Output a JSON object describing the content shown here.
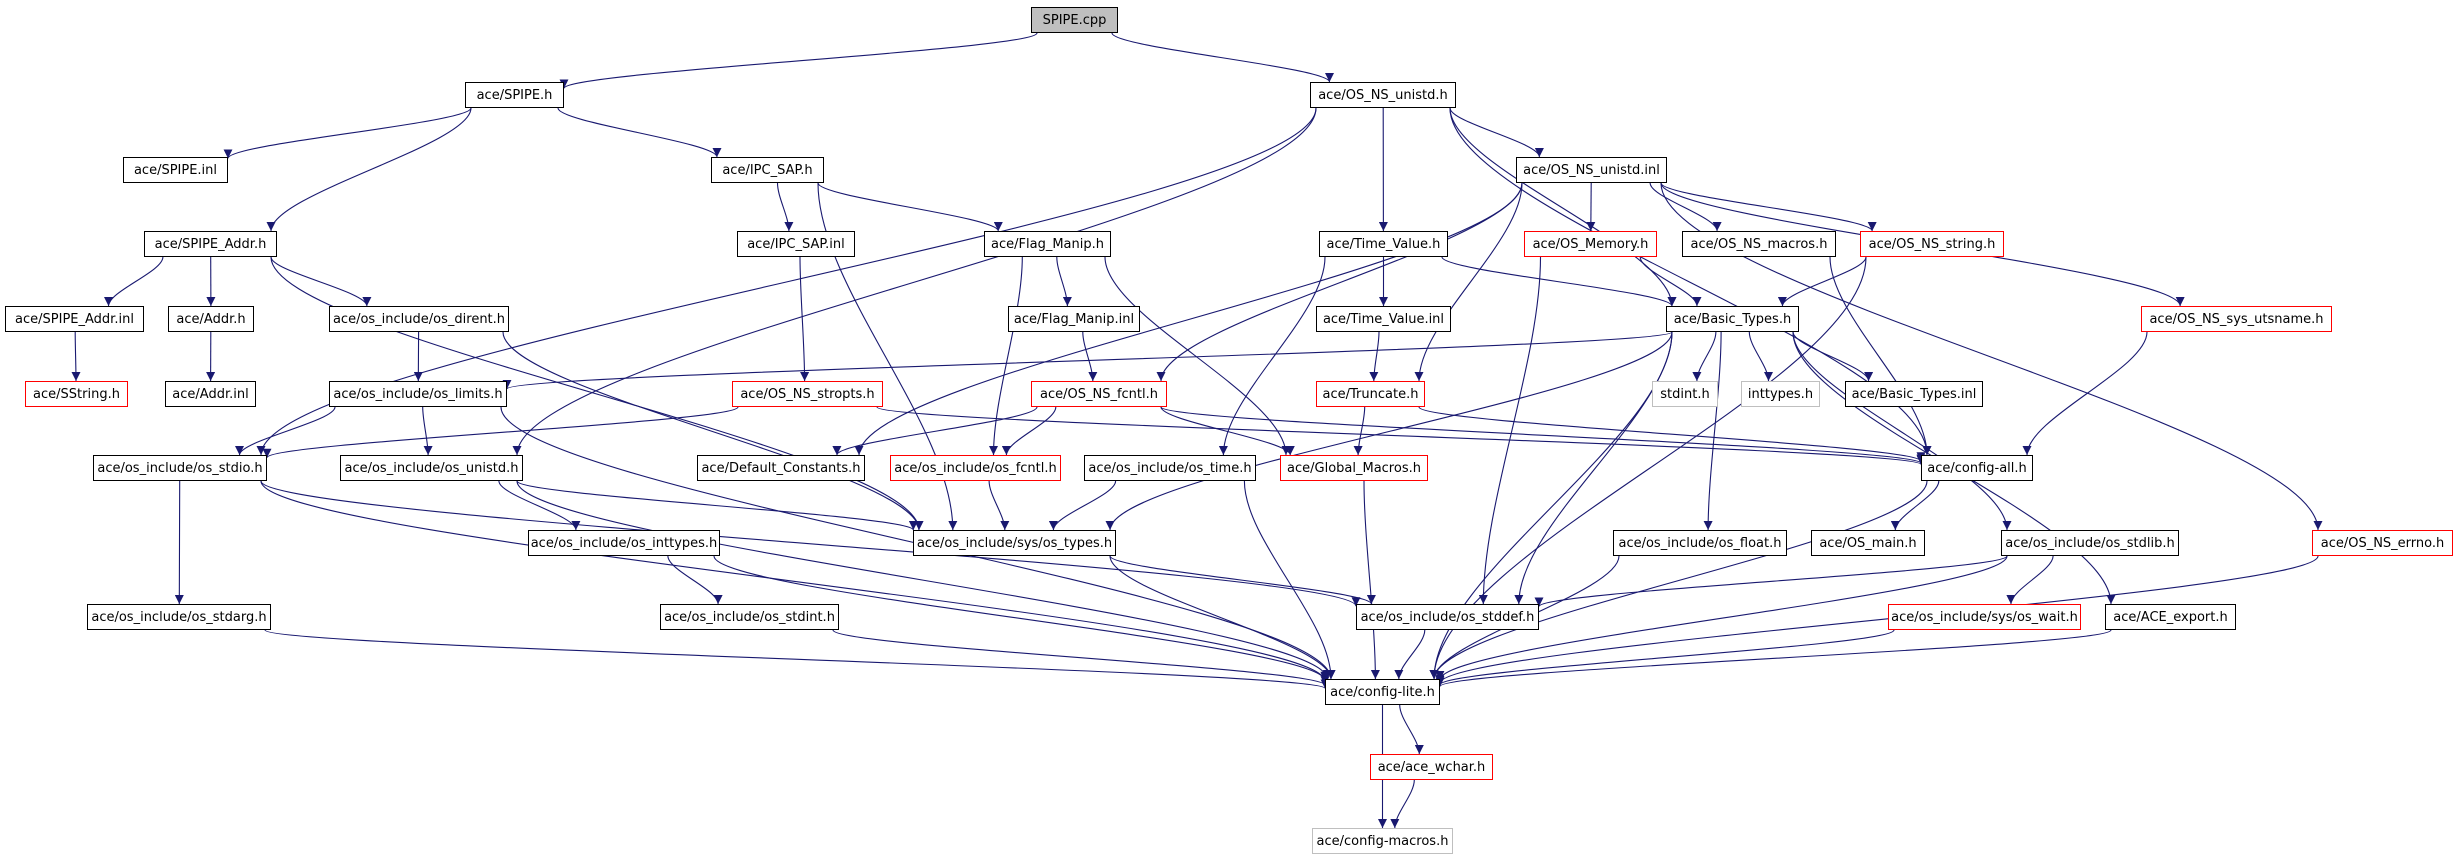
{
  "title": "SPIPE.cpp include dependency graph",
  "colors": {
    "edge": "#191970",
    "normal_border": "#000000",
    "truncated_border": "#ff0000",
    "system_border": "#bfbfbf",
    "root_fill": "#bfbfbf"
  },
  "nodes": [
    {
      "id": "spipe_cpp",
      "label": "SPIPE.cpp",
      "kind": "root"
    },
    {
      "id": "spipe_h",
      "label": "ace/SPIPE.h",
      "kind": "normal"
    },
    {
      "id": "os_ns_unistd_h",
      "label": "ace/OS_NS_unistd.h",
      "kind": "normal"
    },
    {
      "id": "spipe_inl",
      "label": "ace/SPIPE.inl",
      "kind": "normal"
    },
    {
      "id": "ipc_sap_h",
      "label": "ace/IPC_SAP.h",
      "kind": "normal"
    },
    {
      "id": "os_ns_unistd_inl",
      "label": "ace/OS_NS_unistd.inl",
      "kind": "normal"
    },
    {
      "id": "spipe_addr_h",
      "label": "ace/SPIPE_Addr.h",
      "kind": "normal"
    },
    {
      "id": "ipc_sap_inl",
      "label": "ace/IPC_SAP.inl",
      "kind": "normal"
    },
    {
      "id": "flag_manip_h",
      "label": "ace/Flag_Manip.h",
      "kind": "normal"
    },
    {
      "id": "time_value_h",
      "label": "ace/Time_Value.h",
      "kind": "normal"
    },
    {
      "id": "os_memory_h",
      "label": "ace/OS_Memory.h",
      "kind": "red"
    },
    {
      "id": "os_ns_macros_h",
      "label": "ace/OS_NS_macros.h",
      "kind": "normal"
    },
    {
      "id": "os_ns_string_h",
      "label": "ace/OS_NS_string.h",
      "kind": "red"
    },
    {
      "id": "spipe_addr_inl",
      "label": "ace/SPIPE_Addr.inl",
      "kind": "normal"
    },
    {
      "id": "addr_h",
      "label": "ace/Addr.h",
      "kind": "normal"
    },
    {
      "id": "os_dirent_h",
      "label": "ace/os_include/os_dirent.h",
      "kind": "normal"
    },
    {
      "id": "flag_manip_inl",
      "label": "ace/Flag_Manip.inl",
      "kind": "normal"
    },
    {
      "id": "time_value_inl",
      "label": "ace/Time_Value.inl",
      "kind": "normal"
    },
    {
      "id": "basic_types_h",
      "label": "ace/Basic_Types.h",
      "kind": "normal"
    },
    {
      "id": "os_ns_sys_utsname_h",
      "label": "ace/OS_NS_sys_utsname.h",
      "kind": "red"
    },
    {
      "id": "sstring_h",
      "label": "ace/SString.h",
      "kind": "red"
    },
    {
      "id": "addr_inl",
      "label": "ace/Addr.inl",
      "kind": "normal"
    },
    {
      "id": "os_limits_h",
      "label": "ace/os_include/os_limits.h",
      "kind": "normal"
    },
    {
      "id": "os_ns_stropts_h",
      "label": "ace/OS_NS_stropts.h",
      "kind": "red"
    },
    {
      "id": "os_ns_fcntl_h",
      "label": "ace/OS_NS_fcntl.h",
      "kind": "red"
    },
    {
      "id": "truncate_h",
      "label": "ace/Truncate.h",
      "kind": "red"
    },
    {
      "id": "stdint_h",
      "label": "stdint.h",
      "kind": "gray"
    },
    {
      "id": "inttypes_h",
      "label": "inttypes.h",
      "kind": "gray"
    },
    {
      "id": "basic_types_inl",
      "label": "ace/Basic_Types.inl",
      "kind": "normal"
    },
    {
      "id": "os_stdio_h",
      "label": "ace/os_include/os_stdio.h",
      "kind": "normal"
    },
    {
      "id": "os_unistd_h",
      "label": "ace/os_include/os_unistd.h",
      "kind": "normal"
    },
    {
      "id": "default_constants_h",
      "label": "ace/Default_Constants.h",
      "kind": "normal"
    },
    {
      "id": "os_fcntl_h",
      "label": "ace/os_include/os_fcntl.h",
      "kind": "red"
    },
    {
      "id": "os_time_h",
      "label": "ace/os_include/os_time.h",
      "kind": "normal"
    },
    {
      "id": "global_macros_h",
      "label": "ace/Global_Macros.h",
      "kind": "red"
    },
    {
      "id": "config_all_h",
      "label": "ace/config-all.h",
      "kind": "normal"
    },
    {
      "id": "os_inttypes_h",
      "label": "ace/os_include/os_inttypes.h",
      "kind": "normal"
    },
    {
      "id": "os_types_h",
      "label": "ace/os_include/sys/os_types.h",
      "kind": "normal"
    },
    {
      "id": "os_float_h",
      "label": "ace/os_include/os_float.h",
      "kind": "normal"
    },
    {
      "id": "os_main_h",
      "label": "ace/OS_main.h",
      "kind": "normal"
    },
    {
      "id": "os_stdlib_h",
      "label": "ace/os_include/os_stdlib.h",
      "kind": "normal"
    },
    {
      "id": "os_ns_errno_h",
      "label": "ace/OS_NS_errno.h",
      "kind": "red"
    },
    {
      "id": "os_stdarg_h",
      "label": "ace/os_include/os_stdarg.h",
      "kind": "normal"
    },
    {
      "id": "os_stdint_h",
      "label": "ace/os_include/os_stdint.h",
      "kind": "normal"
    },
    {
      "id": "os_stddef_h",
      "label": "ace/os_include/os_stddef.h",
      "kind": "normal"
    },
    {
      "id": "os_wait_h",
      "label": "ace/os_include/sys/os_wait.h",
      "kind": "red"
    },
    {
      "id": "ace_export_h",
      "label": "ace/ACE_export.h",
      "kind": "normal"
    },
    {
      "id": "config_lite_h",
      "label": "ace/config-lite.h",
      "kind": "normal"
    },
    {
      "id": "ace_wchar_h",
      "label": "ace/ace_wchar.h",
      "kind": "red"
    },
    {
      "id": "config_macros_h",
      "label": "ace/config-macros.h",
      "kind": "gray"
    }
  ],
  "edges": [
    [
      "spipe_cpp",
      "spipe_h"
    ],
    [
      "spipe_cpp",
      "os_ns_unistd_h"
    ],
    [
      "spipe_h",
      "spipe_inl"
    ],
    [
      "spipe_h",
      "spipe_addr_h"
    ],
    [
      "spipe_h",
      "ipc_sap_h"
    ],
    [
      "spipe_addr_h",
      "spipe_addr_inl"
    ],
    [
      "spipe_addr_h",
      "addr_h"
    ],
    [
      "spipe_addr_h",
      "os_dirent_h"
    ],
    [
      "spipe_addr_h",
      "os_types_h"
    ],
    [
      "spipe_addr_inl",
      "sstring_h"
    ],
    [
      "addr_h",
      "addr_inl"
    ],
    [
      "os_dirent_h",
      "os_limits_h"
    ],
    [
      "os_dirent_h",
      "os_types_h"
    ],
    [
      "os_limits_h",
      "os_stdio_h"
    ],
    [
      "os_limits_h",
      "os_unistd_h"
    ],
    [
      "os_limits_h",
      "config_lite_h"
    ],
    [
      "ipc_sap_h",
      "ipc_sap_inl"
    ],
    [
      "ipc_sap_h",
      "flag_manip_h"
    ],
    [
      "ipc_sap_h",
      "os_types_h"
    ],
    [
      "ipc_sap_inl",
      "os_ns_stropts_h"
    ],
    [
      "os_ns_unistd_h",
      "os_stdio_h"
    ],
    [
      "os_ns_unistd_h",
      "os_unistd_h"
    ],
    [
      "os_ns_unistd_h",
      "time_value_h"
    ],
    [
      "os_ns_unistd_h",
      "os_ns_unistd_inl"
    ],
    [
      "os_ns_unistd_h",
      "basic_types_h"
    ],
    [
      "os_ns_unistd_h",
      "config_all_h"
    ],
    [
      "os_ns_unistd_inl",
      "default_constants_h"
    ],
    [
      "os_ns_unistd_inl",
      "os_ns_fcntl_h"
    ],
    [
      "os_ns_unistd_inl",
      "truncate_h"
    ],
    [
      "os_ns_unistd_inl",
      "os_memory_h"
    ],
    [
      "os_ns_unistd_inl",
      "os_ns_macros_h"
    ],
    [
      "os_ns_unistd_inl",
      "os_ns_string_h"
    ],
    [
      "os_ns_unistd_inl",
      "os_ns_sys_utsname_h"
    ],
    [
      "os_ns_unistd_inl",
      "os_ns_errno_h"
    ],
    [
      "flag_manip_h",
      "flag_manip_inl"
    ],
    [
      "flag_manip_h",
      "os_fcntl_h"
    ],
    [
      "flag_manip_h",
      "global_macros_h"
    ],
    [
      "flag_manip_inl",
      "os_ns_fcntl_h"
    ],
    [
      "time_value_h",
      "time_value_inl"
    ],
    [
      "time_value_h",
      "basic_types_h"
    ],
    [
      "time_value_h",
      "os_time_h"
    ],
    [
      "time_value_inl",
      "truncate_h"
    ],
    [
      "os_memory_h",
      "basic_types_h"
    ],
    [
      "os_memory_h",
      "os_stddef_h"
    ],
    [
      "os_ns_macros_h",
      "config_all_h"
    ],
    [
      "os_ns_string_h",
      "basic_types_h"
    ],
    [
      "os_ns_string_h",
      "config_lite_h"
    ],
    [
      "os_ns_sys_utsname_h",
      "config_all_h"
    ],
    [
      "basic_types_h",
      "os_limits_h"
    ],
    [
      "basic_types_h",
      "stdint_h"
    ],
    [
      "basic_types_h",
      "inttypes_h"
    ],
    [
      "basic_types_h",
      "basic_types_inl"
    ],
    [
      "basic_types_h",
      "os_types_h"
    ],
    [
      "basic_types_h",
      "os_stddef_h"
    ],
    [
      "basic_types_h",
      "config_lite_h"
    ],
    [
      "basic_types_h",
      "os_float_h"
    ],
    [
      "basic_types_h",
      "os_stdlib_h"
    ],
    [
      "basic_types_h",
      "ace_export_h"
    ],
    [
      "os_ns_stropts_h",
      "os_stdio_h"
    ],
    [
      "os_ns_stropts_h",
      "config_all_h"
    ],
    [
      "os_ns_fcntl_h",
      "default_constants_h"
    ],
    [
      "os_ns_fcntl_h",
      "os_fcntl_h"
    ],
    [
      "os_ns_fcntl_h",
      "global_macros_h"
    ],
    [
      "os_ns_fcntl_h",
      "config_all_h"
    ],
    [
      "truncate_h",
      "global_macros_h"
    ],
    [
      "truncate_h",
      "config_all_h"
    ],
    [
      "os_stdio_h",
      "os_stdarg_h"
    ],
    [
      "os_stdio_h",
      "config_lite_h"
    ],
    [
      "os_stdio_h",
      "os_stddef_h"
    ],
    [
      "os_unistd_h",
      "os_inttypes_h"
    ],
    [
      "os_unistd_h",
      "os_types_h"
    ],
    [
      "os_unistd_h",
      "config_lite_h"
    ],
    [
      "os_fcntl_h",
      "os_types_h"
    ],
    [
      "os_time_h",
      "os_types_h"
    ],
    [
      "os_time_h",
      "config_lite_h"
    ],
    [
      "global_macros_h",
      "config_lite_h"
    ],
    [
      "config_all_h",
      "os_main_h"
    ],
    [
      "config_all_h",
      "config_lite_h"
    ],
    [
      "os_inttypes_h",
      "os_stdint_h"
    ],
    [
      "os_inttypes_h",
      "config_lite_h"
    ],
    [
      "os_types_h",
      "os_stddef_h"
    ],
    [
      "os_types_h",
      "config_lite_h"
    ],
    [
      "os_stdlib_h",
      "os_wait_h"
    ],
    [
      "os_stdlib_h",
      "os_stddef_h"
    ],
    [
      "os_stdlib_h",
      "config_lite_h"
    ],
    [
      "os_stdarg_h",
      "config_lite_h"
    ],
    [
      "os_stdint_h",
      "config_lite_h"
    ],
    [
      "os_stddef_h",
      "config_lite_h"
    ],
    [
      "os_float_h",
      "config_lite_h"
    ],
    [
      "os_wait_h",
      "config_lite_h"
    ],
    [
      "ace_export_h",
      "config_lite_h"
    ],
    [
      "os_ns_errno_h",
      "config_lite_h"
    ],
    [
      "config_lite_h",
      "ace_wchar_h"
    ],
    [
      "config_lite_h",
      "config_macros_h"
    ],
    [
      "ace_wchar_h",
      "config_macros_h"
    ]
  ]
}
